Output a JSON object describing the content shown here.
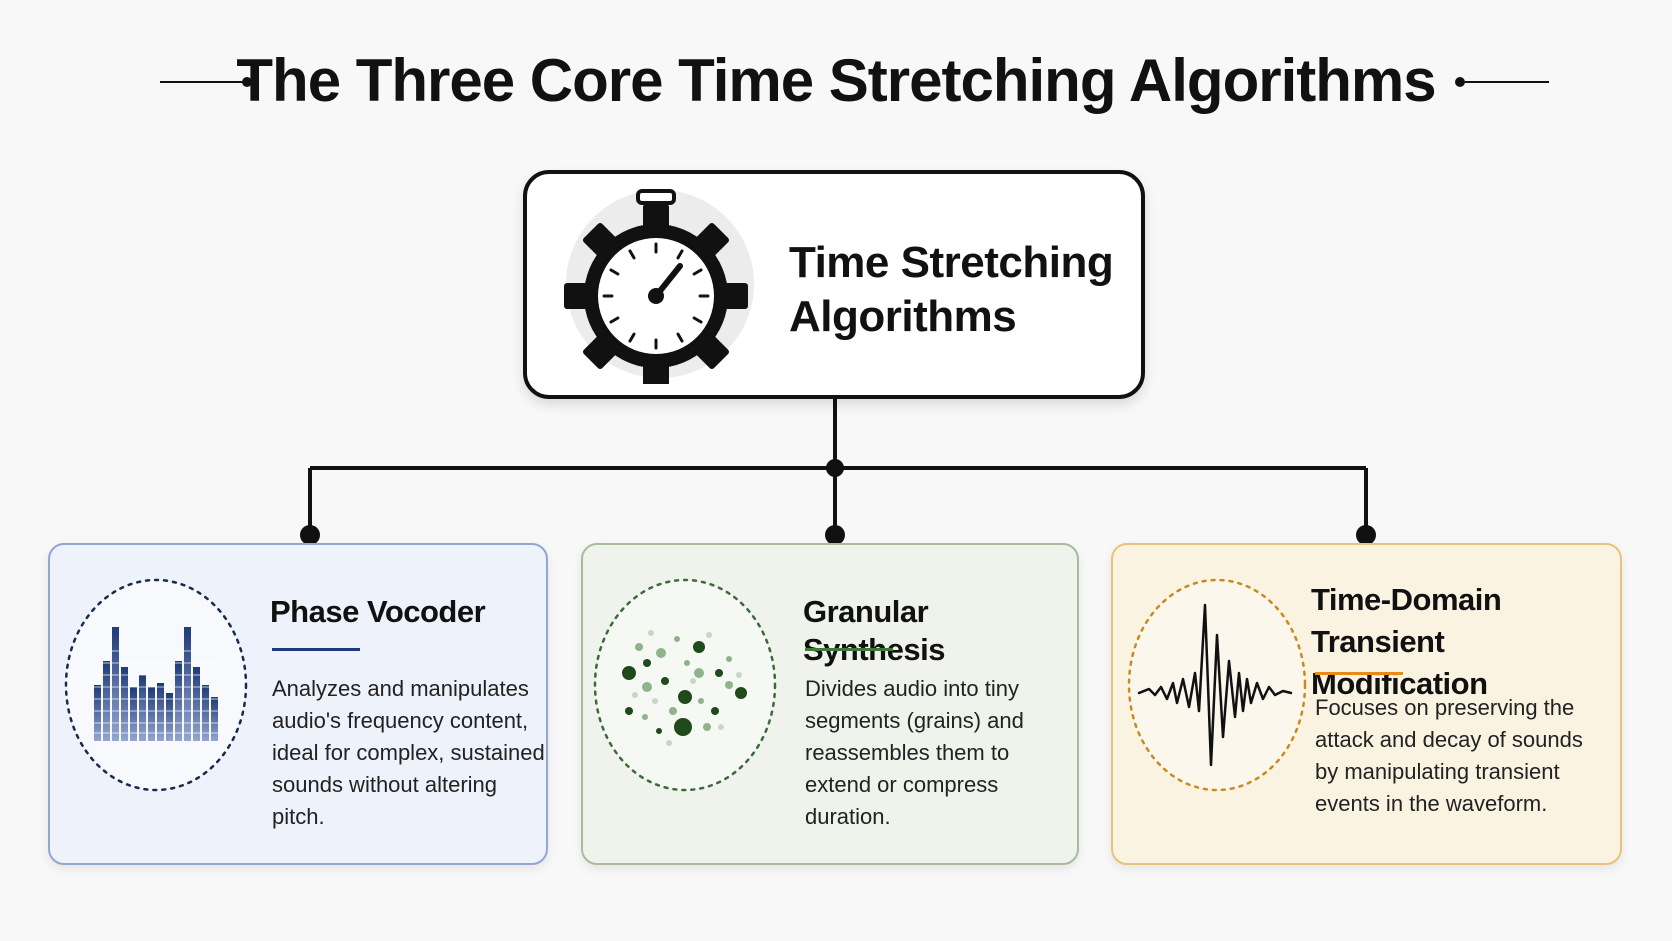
{
  "title": "The Three Core Time Stretching Algorithms",
  "root": {
    "label": "Time Stretching Algorithms",
    "icon": "stopwatch-gear-icon"
  },
  "cards": [
    {
      "title": "Phase Vocoder",
      "description": "Analyzes and manipulates audio's frequency content, ideal for complex, sustained sounds without altering pitch.",
      "icon": "spectrum-bars-icon",
      "accent": "#1f3a7a",
      "background": "#eef2fa"
    },
    {
      "title": "Granular Synthesis",
      "description": "Divides audio into tiny segments (grains) and reassembles them to extend or compress duration.",
      "icon": "grain-particles-icon",
      "accent": "#3d7a35",
      "background": "#eff3ec"
    },
    {
      "title": "Time-Domain Transient Modification",
      "description": "Focuses on preserving the attack and decay of sounds by manipulating transient events in the waveform.",
      "icon": "transient-waveform-icon",
      "accent": "#e68a1a",
      "background": "#fbf3e2"
    }
  ]
}
